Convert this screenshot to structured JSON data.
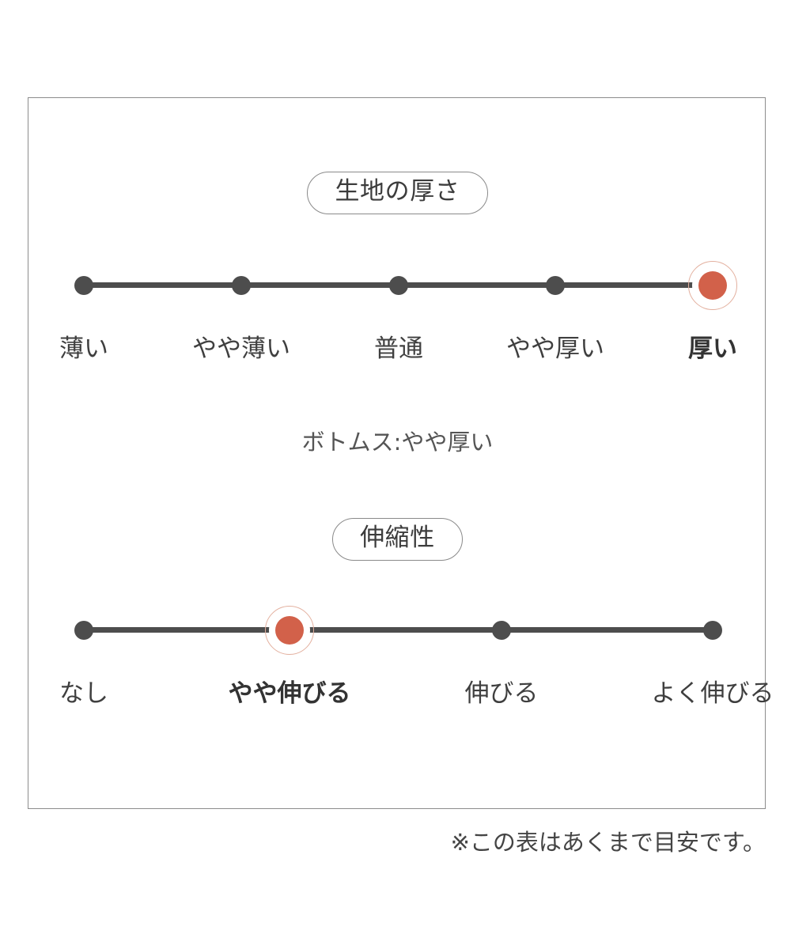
{
  "frame": {
    "border_color": "#8c8c8c",
    "background": "#ffffff"
  },
  "theme": {
    "accent": "#d2614a",
    "accent_ring": "#e3b09f",
    "track": "#4d4d4d",
    "text": "#3f3f3f"
  },
  "sections": [
    {
      "heading": "生地の厚さ",
      "note": "ボトムス:やや厚い"
    },
    {
      "heading": "伸縮性",
      "note": ""
    }
  ],
  "footnote": "※この表はあくまで目安です。",
  "chart_data": [
    {
      "type": "scatter",
      "title": "生地の厚さ",
      "xlabel": "",
      "ylabel": "",
      "categories": [
        "薄い",
        "やや薄い",
        "普通",
        "やや厚い",
        "厚い"
      ],
      "values": [
        1,
        2,
        3,
        4,
        5
      ],
      "selected_index": 4,
      "selected_label": "厚い",
      "annotation": "ボトムス:やや厚い",
      "legend": "none",
      "grid": false
    },
    {
      "type": "scatter",
      "title": "伸縮性",
      "xlabel": "",
      "ylabel": "",
      "categories": [
        "なし",
        "やや伸びる",
        "伸びる",
        "よく伸びる"
      ],
      "values": [
        1,
        2,
        3,
        4
      ],
      "selected_index": 1,
      "selected_label": "やや伸びる",
      "annotation": "",
      "legend": "none",
      "grid": false
    }
  ]
}
